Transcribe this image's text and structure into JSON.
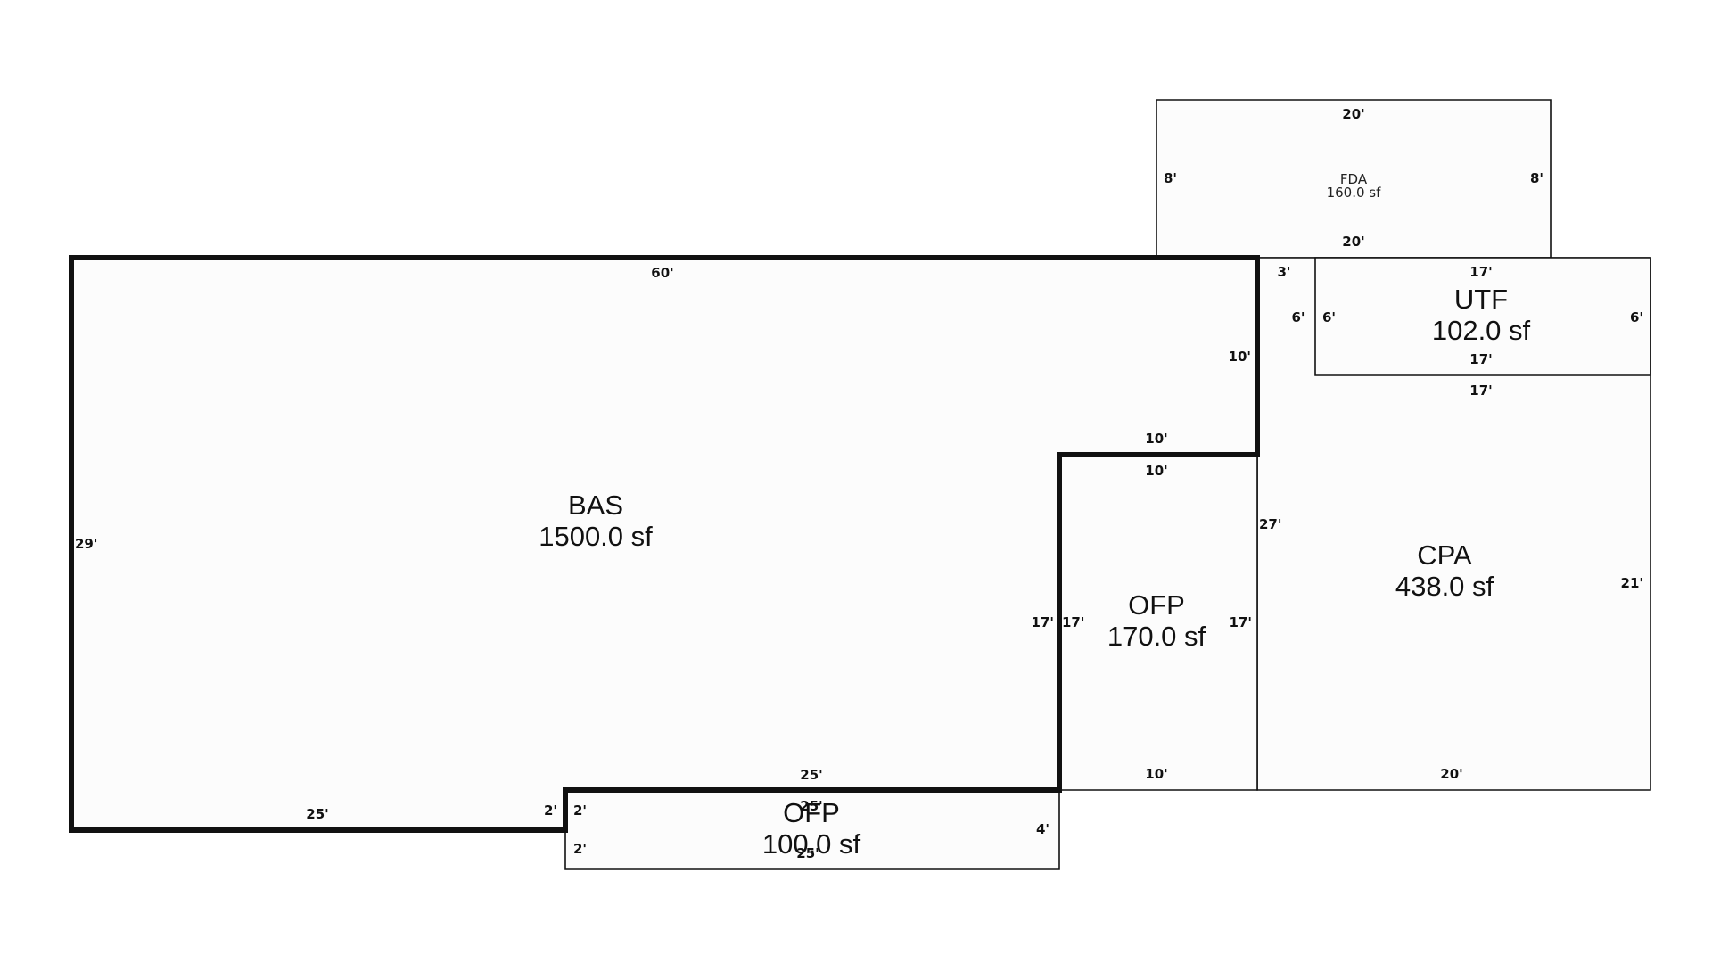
{
  "areas": {
    "bas": {
      "code": "BAS",
      "size": "1500.0 sf"
    },
    "fda": {
      "code": "FDA",
      "size": "160.0 sf"
    },
    "utf": {
      "code": "UTF",
      "size": "102.0 sf"
    },
    "cpa": {
      "code": "CPA",
      "size": "438.0 sf"
    },
    "ofp_side": {
      "code": "OFP",
      "size": "170.0 sf"
    },
    "ofp_front": {
      "code": "OFP",
      "size": "100.0 sf"
    }
  },
  "dimensions": {
    "bas_top": "60'",
    "bas_left": "29'",
    "bas_bottom_left": "25'",
    "bas_step_small": "2'",
    "bas_bottom_mid": "25'",
    "bas_inner_vertical": "17'",
    "bas_step_top": "10'",
    "bas_right": "10'",
    "fda_top": "20'",
    "fda_bottom": "20'",
    "fda_left": "8'",
    "fda_right": "8'",
    "utf_top": "17'",
    "utf_bottom": "17'",
    "utf_left": "6'",
    "utf_right": "6'",
    "cpa_gap_top": "3'",
    "cpa_gap_side": "6'",
    "cpa_top": "17'",
    "cpa_left": "27'",
    "cpa_right": "21'",
    "cpa_bottom": "20'",
    "ofp_side_top": "10'",
    "ofp_side_left": "17'",
    "ofp_side_right": "17'",
    "ofp_side_bottom": "10'",
    "ofp_front_top": "25'",
    "ofp_front_bottom": "25'",
    "ofp_front_left_upper": "2'",
    "ofp_front_left_lower": "2'",
    "ofp_front_right": "4'"
  },
  "colors": {
    "line": "#111111",
    "fill": "#fcfcfc",
    "background": "#ffffff"
  }
}
